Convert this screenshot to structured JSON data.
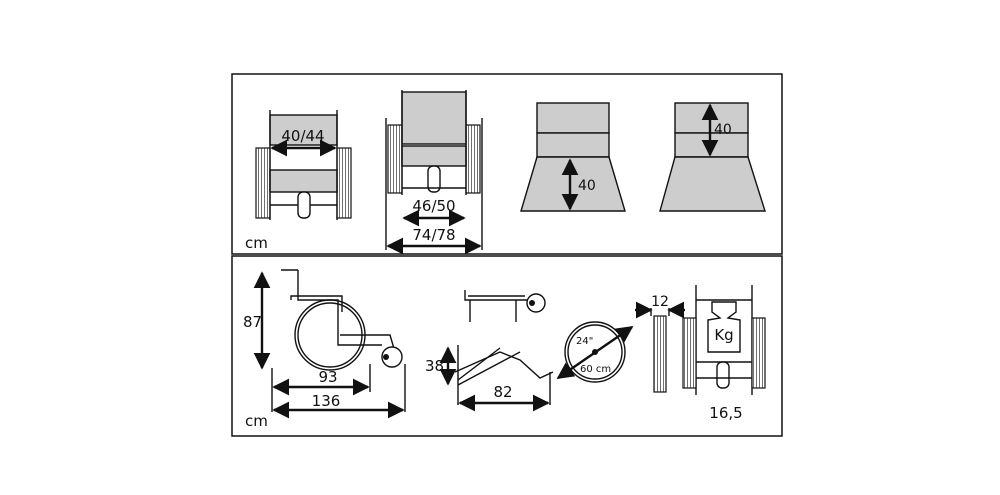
{
  "units": {
    "top": "cm",
    "bottom": "cm"
  },
  "dimensions": {
    "seat_width": "40/44",
    "inner_width": "46/50",
    "overall_width": "74/78",
    "seat_height": "40",
    "backrest_height": "40",
    "total_height": "87",
    "wheelbase": "93",
    "overall_length": "136",
    "folded_height": "38",
    "folded_length": "82",
    "wheel_inch": "24\"",
    "wheel_cm": "60 cm",
    "folded_width": "12",
    "weight_symbol": "Kg",
    "weight": "16,5"
  },
  "colors": {
    "fill": "#cdcdcd",
    "line": "#111111"
  }
}
